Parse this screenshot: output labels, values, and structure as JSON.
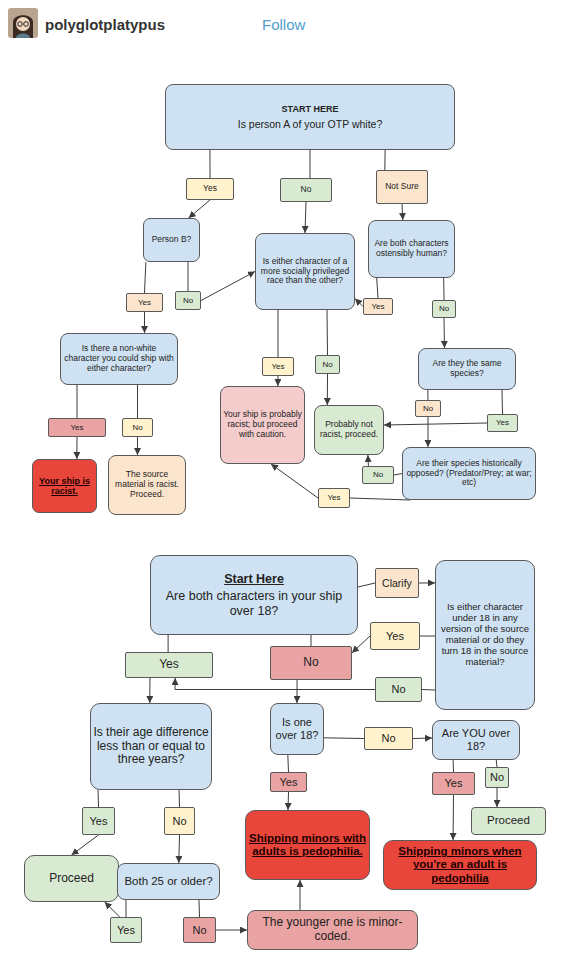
{
  "diagram": {
    "nodes": [
      {
        "text": [
          "START HERE",
          "Is person A of your OTP white?"
        ]
      },
      {
        "text": [
          "Yes"
        ]
      },
      {
        "text": [
          "No"
        ]
      },
      {
        "text": [
          "Not Sure"
        ]
      },
      {
        "text": [
          "Person B?"
        ]
      },
      {
        "text": [
          "Is either character of a more socially privileged race than the other?"
        ]
      },
      {
        "text": [
          "Are both characters ostensibly human?"
        ]
      },
      {
        "text": [
          "Yes"
        ]
      },
      {
        "text": [
          "No"
        ]
      },
      {
        "text": [
          "Yes"
        ]
      },
      {
        "text": [
          "No"
        ]
      },
      {
        "text": [
          "Is there a non-white character you could ship with either character?"
        ]
      },
      {
        "text": [
          "Are they the same species?"
        ]
      },
      {
        "text": [
          "Yes"
        ]
      },
      {
        "text": [
          "No"
        ]
      },
      {
        "text": [
          "No"
        ]
      },
      {
        "text": [
          "Yes"
        ]
      },
      {
        "text": [
          "Yes"
        ]
      },
      {
        "text": [
          "No"
        ]
      },
      {
        "text": [
          "Your ship is probably racist; but proceed with caution."
        ]
      },
      {
        "text": [
          "Probably not racist, proceed."
        ]
      },
      {
        "text": [
          "Are their species historically opposed? (Predator/Prey; at war; etc)"
        ]
      },
      {
        "text": [
          "No"
        ]
      },
      {
        "text": [
          "Your ship is racist."
        ]
      },
      {
        "text": [
          "The source material is racist. Proceed."
        ]
      },
      {
        "text": [
          "Yes"
        ]
      },
      {
        "text": [
          "Start Here",
          "Are both characters in your ship over 18?"
        ]
      },
      {
        "text": [
          "Clarify"
        ]
      },
      {
        "text": [
          "Is either character under 18 in any version of the source material or do they turn 18 in the source material?"
        ]
      },
      {
        "text": [
          "Yes"
        ]
      },
      {
        "text": [
          "Yes"
        ]
      },
      {
        "text": [
          "No"
        ]
      },
      {
        "text": [
          "No"
        ]
      },
      {
        "text": [
          "Is their age difference less than or equal to three years?"
        ]
      },
      {
        "text": [
          "Is one over 18?"
        ]
      },
      {
        "text": [
          "Are YOU over 18?"
        ]
      },
      {
        "text": [
          "No"
        ]
      },
      {
        "text": [
          "Yes"
        ]
      },
      {
        "text": [
          "Yes"
        ]
      },
      {
        "text": [
          "No"
        ]
      },
      {
        "text": [
          "Yes"
        ]
      },
      {
        "text": [
          "No"
        ]
      },
      {
        "text": [
          "Shipping minors with adults is pedophilia."
        ]
      },
      {
        "text": [
          "Proceed"
        ]
      },
      {
        "text": [
          "Proceed"
        ]
      },
      {
        "text": [
          "Both 25 or older?"
        ]
      },
      {
        "text": [
          "Shipping minors when you're an adult is pedophilia"
        ]
      },
      {
        "text": [
          "Yes"
        ]
      },
      {
        "text": [
          "No"
        ]
      },
      {
        "text": [
          "The younger one is minor-coded."
        ]
      }
    ],
    "edges": [
      {
        "from": 0,
        "to": 1,
        "arrow": "none"
      },
      {
        "from": 0,
        "to": 2,
        "arrow": "none"
      },
      {
        "from": 0,
        "to": 3,
        "arrow": "none"
      },
      {
        "from": 1,
        "to": 4,
        "arrow": "to"
      },
      {
        "from": 2,
        "to": 5,
        "arrow": "to"
      },
      {
        "from": 3,
        "to": 6,
        "arrow": "to"
      },
      {
        "from": 4,
        "to": 7,
        "arrow": "none"
      },
      {
        "from": 4,
        "to": 8,
        "arrow": "none"
      },
      {
        "from": 8,
        "to": 5,
        "arrow": "to"
      },
      {
        "from": 6,
        "to": 9,
        "arrow": "none"
      },
      {
        "from": 6,
        "to": 10,
        "arrow": "none"
      },
      {
        "from": 9,
        "to": 5,
        "arrow": "to"
      },
      {
        "from": 10,
        "to": 12,
        "arrow": "to"
      },
      {
        "from": 7,
        "to": 11,
        "arrow": "to"
      },
      {
        "from": 5,
        "to": 13,
        "arrow": "none"
      },
      {
        "from": 5,
        "to": 14,
        "arrow": "none"
      },
      {
        "from": 13,
        "to": 19,
        "arrow": "to"
      },
      {
        "from": 14,
        "to": 20,
        "arrow": "to"
      },
      {
        "from": 12,
        "to": 15,
        "arrow": "none"
      },
      {
        "from": 12,
        "to": 16,
        "arrow": "none"
      },
      {
        "from": 16,
        "to": 20,
        "arrow": "to"
      },
      {
        "from": 15,
        "to": 21,
        "arrow": "to"
      },
      {
        "from": 11,
        "to": 17,
        "arrow": "none"
      },
      {
        "from": 11,
        "to": 18,
        "arrow": "none"
      },
      {
        "from": 17,
        "to": 23,
        "arrow": "to"
      },
      {
        "from": 18,
        "to": 24,
        "arrow": "to"
      },
      {
        "from": 21,
        "to": 22,
        "arrow": "none"
      },
      {
        "from": 21,
        "to": 25,
        "arrow": "none"
      },
      {
        "from": 22,
        "to": 20,
        "arrow": "to"
      },
      {
        "from": 25,
        "to": 19,
        "arrow": "to"
      },
      {
        "from": 26,
        "to": 27,
        "arrow": "none"
      },
      {
        "from": 27,
        "to": 28,
        "arrow": "to"
      },
      {
        "from": 26,
        "to": 30,
        "arrow": "none"
      },
      {
        "from": 26,
        "to": 31,
        "arrow": "none"
      },
      {
        "from": 28,
        "to": 29,
        "arrow": "none"
      },
      {
        "from": 28,
        "to": 32,
        "arrow": "none"
      },
      {
        "from": 29,
        "to": 31,
        "arrow": "to"
      },
      {
        "from": 32,
        "to": 30,
        "arrow": "to"
      },
      {
        "from": 30,
        "to": 33,
        "arrow": "to"
      },
      {
        "from": 31,
        "to": 34,
        "arrow": "to"
      },
      {
        "from": 34,
        "to": 36,
        "arrow": "none"
      },
      {
        "from": 34,
        "to": 37,
        "arrow": "none"
      },
      {
        "from": 36,
        "to": 35,
        "arrow": "to"
      },
      {
        "from": 37,
        "to": 42,
        "arrow": "to"
      },
      {
        "from": 35,
        "to": 38,
        "arrow": "none"
      },
      {
        "from": 35,
        "to": 39,
        "arrow": "none"
      },
      {
        "from": 38,
        "to": 46,
        "arrow": "to"
      },
      {
        "from": 39,
        "to": 43,
        "arrow": "to"
      },
      {
        "from": 33,
        "to": 40,
        "arrow": "none"
      },
      {
        "from": 33,
        "to": 41,
        "arrow": "none"
      },
      {
        "from": 40,
        "to": 44,
        "arrow": "to"
      },
      {
        "from": 41,
        "to": 45,
        "arrow": "to"
      },
      {
        "from": 45,
        "to": 47,
        "arrow": "none"
      },
      {
        "from": 45,
        "to": 48,
        "arrow": "none"
      },
      {
        "from": 47,
        "to": 44,
        "arrow": "to"
      },
      {
        "from": 48,
        "to": 49,
        "arrow": "to"
      },
      {
        "from": 49,
        "to": 42,
        "arrow": "to"
      }
    ],
    "labels": [
      "polyglotplatypus",
      "Follow"
    ]
  }
}
